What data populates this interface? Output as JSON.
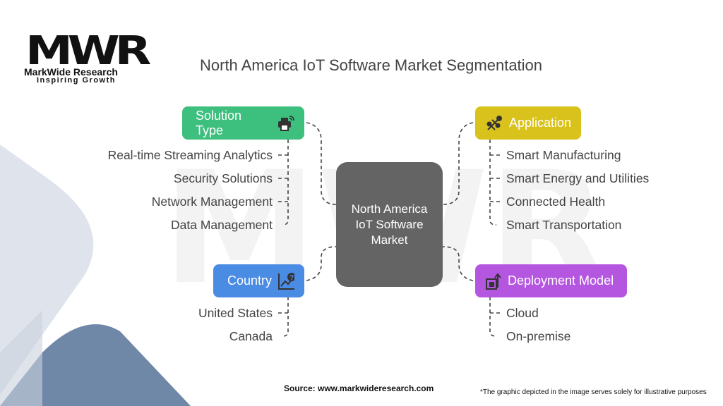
{
  "logo": {
    "mark": "MWR",
    "name": "MarkWide Research",
    "tagline": "Inspiring Growth"
  },
  "title": "North America IoT Software Market Segmentation",
  "center": "North America IoT Software Market",
  "segments": {
    "solution_type": {
      "label": "Solution Type",
      "icon": "printer-wifi-icon",
      "color": "#3dbf7e",
      "items": [
        "Real-time Streaming Analytics",
        "Security Solutions",
        "Network Management",
        "Data Management"
      ]
    },
    "application": {
      "label": "Application",
      "icon": "network-nodes-icon",
      "color": "#d9c21c",
      "items": [
        "Smart Manufacturing",
        "Smart Energy and Utilities",
        "Connected Health",
        "Smart Transportation"
      ]
    },
    "country": {
      "label": "Country",
      "icon": "chart-question-icon",
      "color": "#4a8be3",
      "items": [
        "United States",
        "Canada"
      ]
    },
    "deployment_model": {
      "label": "Deployment Model",
      "icon": "box-upload-icon",
      "color": "#b456df",
      "items": [
        "Cloud",
        "On-premise"
      ]
    }
  },
  "source": "Source: www.markwideresearch.com",
  "disclaimer": "*The graphic depicted in the image serves solely for illustrative purposes"
}
